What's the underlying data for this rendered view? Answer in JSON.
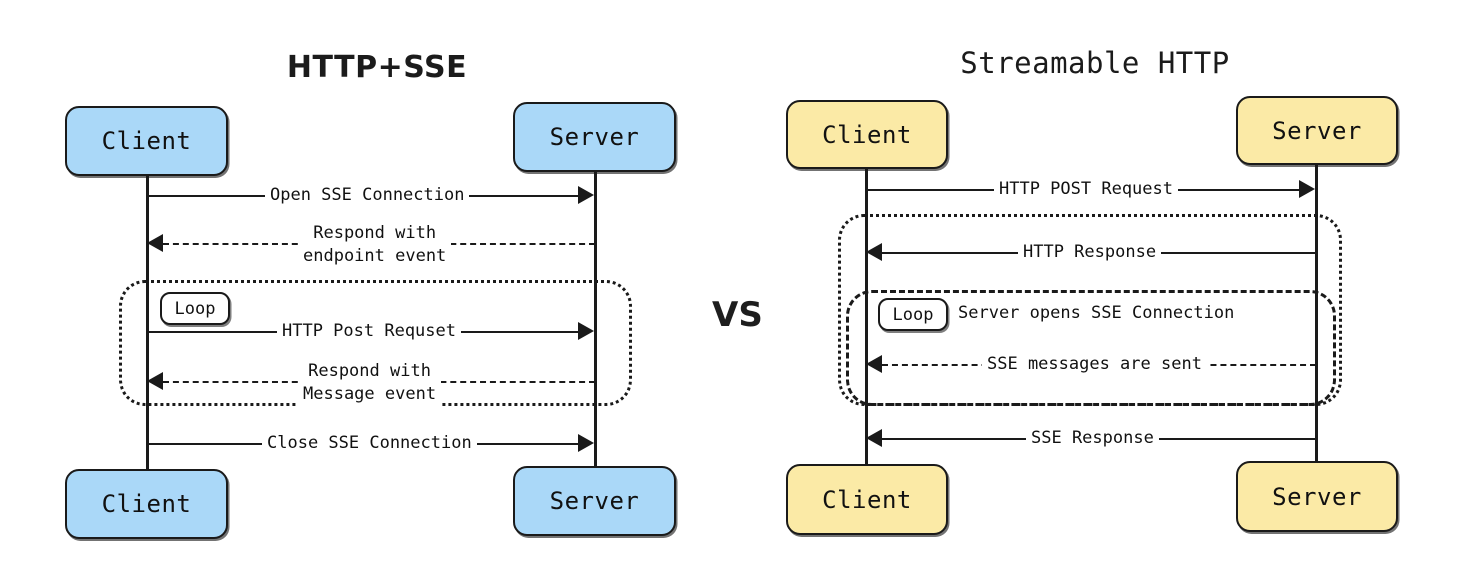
{
  "diagram": {
    "kind": "sequence-diagram-comparison",
    "separator_label": "VS",
    "left": {
      "title": "HTTP+SSE",
      "accent_color": "#aad8f8",
      "participants": [
        {
          "id": "client",
          "label": "Client"
        },
        {
          "id": "server",
          "label": "Server"
        }
      ],
      "participants_bottom": [
        {
          "id": "client",
          "label": "Client"
        },
        {
          "id": "server",
          "label": "Server"
        }
      ],
      "messages": [
        {
          "id": "m1",
          "label": "Open SSE Connection",
          "direction": "right",
          "style": "solid"
        },
        {
          "id": "m2",
          "label": "Respond with\nendpoint event",
          "line1": "Respond with",
          "line2": "endpoint event",
          "direction": "left",
          "style": "dashed"
        },
        {
          "id": "m3",
          "label": "HTTP Post Requset",
          "direction": "right",
          "style": "solid"
        },
        {
          "id": "m4",
          "label": "Respond with\nMessage event",
          "line1": "Respond with",
          "line2": "Message event",
          "direction": "left",
          "style": "dashed"
        },
        {
          "id": "m5",
          "label": "Close SSE Connection",
          "direction": "right",
          "style": "solid"
        }
      ],
      "frames": [
        {
          "id": "loop",
          "badge": "Loop",
          "note": "",
          "border": "dotted"
        }
      ]
    },
    "right": {
      "title": "Streamable HTTP",
      "accent_color": "#fbeaa6",
      "participants": [
        {
          "id": "client",
          "label": "Client"
        },
        {
          "id": "server",
          "label": "Server"
        }
      ],
      "participants_bottom": [
        {
          "id": "client",
          "label": "Client"
        },
        {
          "id": "server",
          "label": "Server"
        }
      ],
      "messages": [
        {
          "id": "m1",
          "label": "HTTP POST Request",
          "direction": "right",
          "style": "solid"
        },
        {
          "id": "m2",
          "label": "HTTP Response",
          "direction": "left",
          "style": "solid"
        },
        {
          "id": "m3",
          "label": "SSE messages are sent",
          "direction": "left",
          "style": "dashed"
        },
        {
          "id": "m4",
          "label": "SSE Response",
          "direction": "left",
          "style": "solid"
        }
      ],
      "frames": [
        {
          "id": "outer",
          "badge": "",
          "note": "",
          "border": "dotted"
        },
        {
          "id": "loop",
          "badge": "Loop",
          "note": "Server opens SSE Connection",
          "border": "dashed"
        }
      ]
    }
  }
}
